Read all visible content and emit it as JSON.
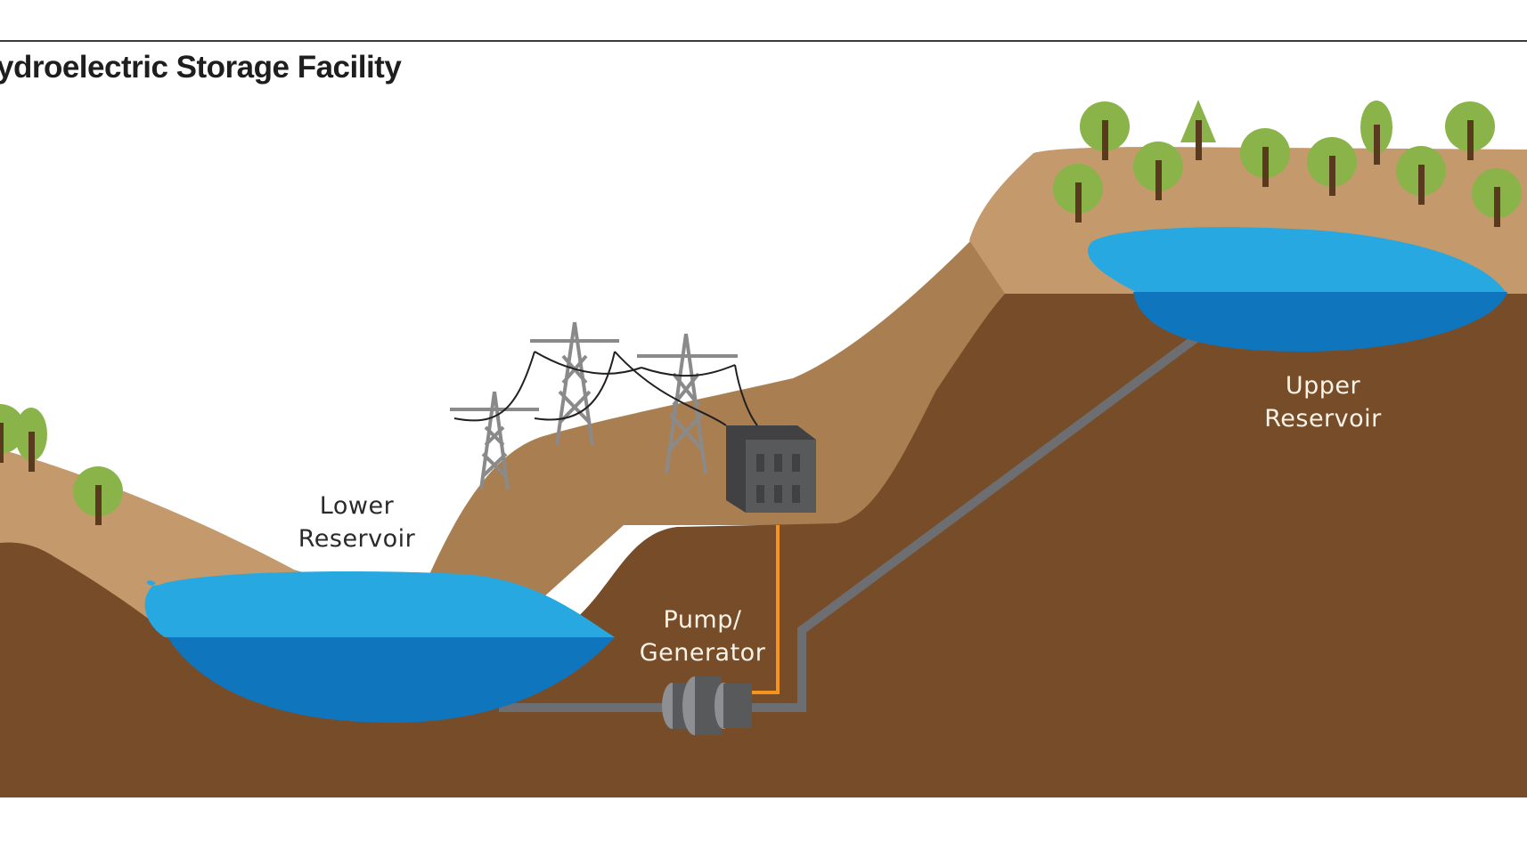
{
  "title": "ydroelectric Storage Facility",
  "colors": {
    "sky": "#ffffff",
    "topsoil_light": "#c49a6c",
    "topsoil_mid": "#a97f52",
    "bedrock": "#774d29",
    "water_light": "#27a8e0",
    "water_dark": "#0f75bc",
    "pipe": "#6d6e71",
    "power_line": "#f7941d",
    "building": "#58595b",
    "building_roof": "#414042",
    "tower": "#8a8a8a",
    "cable": "#231f20",
    "tree_foliage": "#8ab34a",
    "tree_trunk": "#5a3a1f"
  },
  "labels": {
    "lower_reservoir": [
      "Lower",
      "Reservoir"
    ],
    "upper_reservoir": [
      "Upper",
      "Reservoir"
    ],
    "pump_generator": [
      "Pump/",
      "Generator"
    ]
  },
  "components": [
    "lower-reservoir",
    "upper-reservoir",
    "pump-generator",
    "powerhouse",
    "transmission-towers",
    "penstock",
    "trees"
  ]
}
